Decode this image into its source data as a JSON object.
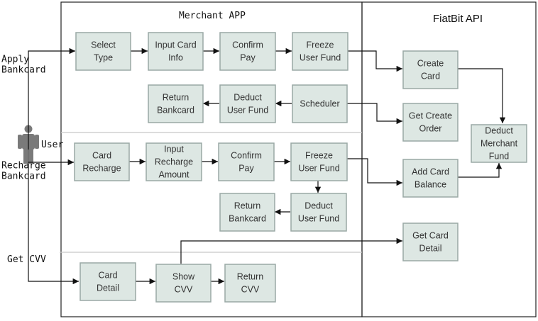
{
  "diagram": {
    "panels": {
      "merchant_title": "Merchant APP",
      "api_title": "FiatBit API"
    },
    "actor": {
      "label": "User"
    },
    "flows": {
      "apply": "Apply\nBankcard",
      "recharge": "Recharge\nBankcard",
      "cvv": "Get CVV"
    },
    "nodes": {
      "select_type": "Select\nType",
      "input_card_info": "Input Card\nInfo",
      "confirm_pay_1": "Confirm\nPay",
      "freeze_fund_1": "Freeze\nUser Fund",
      "return_bankcard_1": "Return\nBankcard",
      "deduct_fund_1": "Deduct\nUser Fund",
      "scheduler": "Scheduler",
      "card_recharge": "Card\nRecharge",
      "input_recharge_amount": "Input\nRecharge\nAmount",
      "confirm_pay_2": "Confirm\nPay",
      "freeze_fund_2": "Freeze\nUser Fund",
      "return_bankcard_2": "Return\nBankcard",
      "deduct_fund_2": "Deduct\nUser Fund",
      "card_detail": "Card\nDetail",
      "show_cvv": "Show\nCVV",
      "return_cvv": "Return\nCVV",
      "create_card": "Create\nCard",
      "get_create_order": "Get Create\nOrder",
      "add_card_balance": "Add Card\nBalance",
      "get_card_detail": "Get Card\nDetail",
      "deduct_merchant_fund": "Deduct\nMerchant\nFund"
    }
  }
}
